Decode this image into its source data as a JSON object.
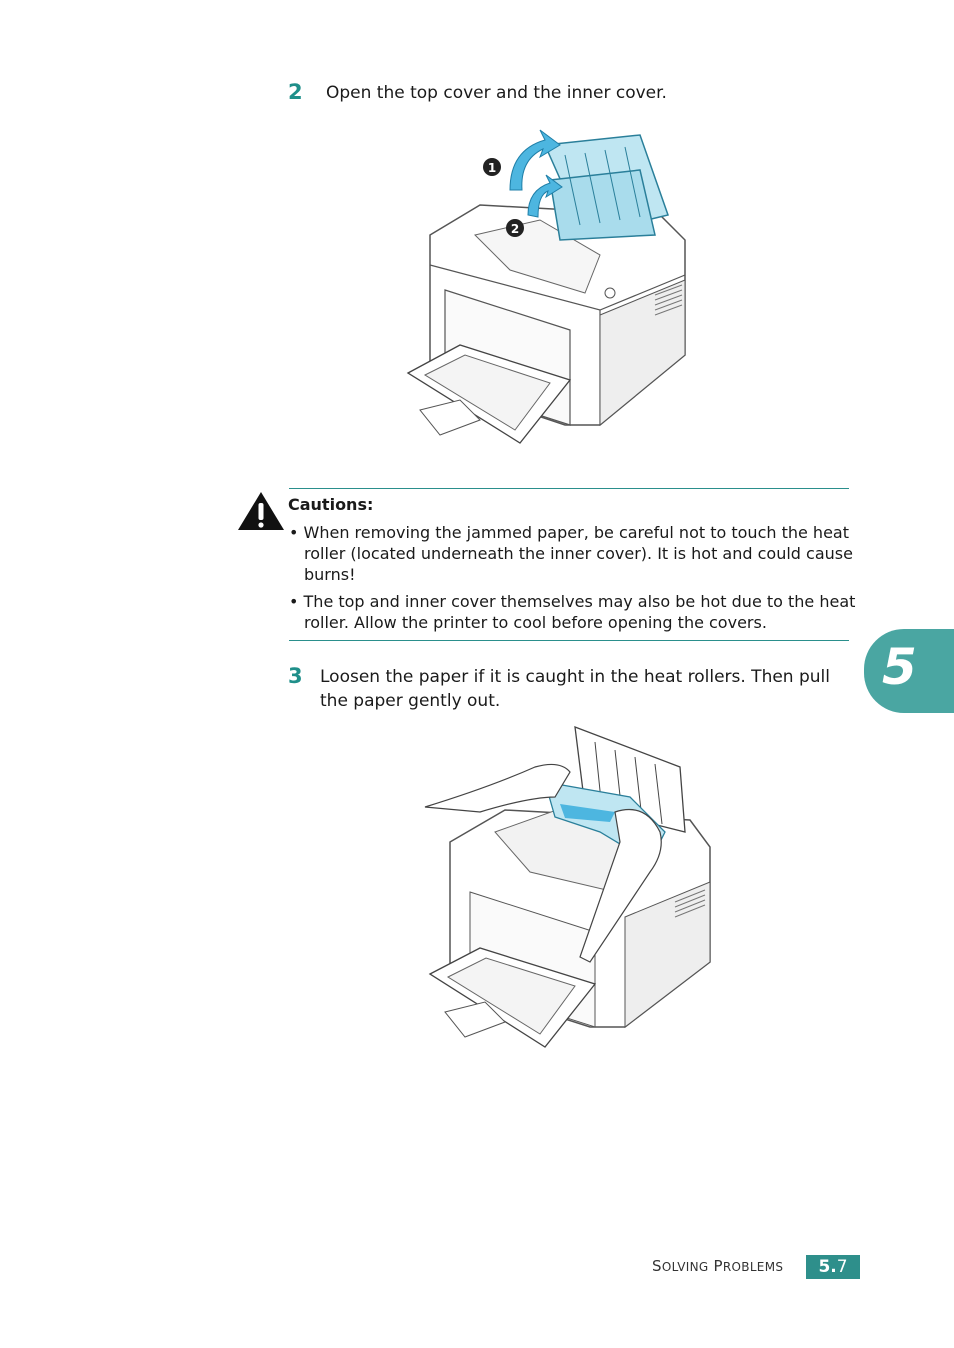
{
  "steps": [
    {
      "number": "2",
      "text": "Open the top cover and the inner cover."
    },
    {
      "number": "3",
      "text_line1": "Loosen the paper if it is caught in the heat rollers. Then pull",
      "text_line2": "the paper gently out."
    }
  ],
  "figure1": {
    "callout1": "1",
    "callout2": "2"
  },
  "caution": {
    "title": "Cautions:",
    "items": [
      "• When removing the jammed paper, be careful not to touch the heat roller (located underneath the inner cover). It is hot and could cause burns!",
      "• The top and inner cover themselves may also be hot due to the heat roller. Allow the printer to cool before opening the covers."
    ]
  },
  "chapter_tab": {
    "number": "5"
  },
  "footer": {
    "section_first_letter_1": "S",
    "section_rest_1": "OLVING",
    "section_first_letter_2": "P",
    "section_rest_2": "ROBLEMS",
    "page_bold": "5.",
    "page_num": "7"
  },
  "colors": {
    "accent": "#2e8f8b",
    "tab": "#4aa6a2",
    "cover_blue": "#bfe6f2"
  }
}
